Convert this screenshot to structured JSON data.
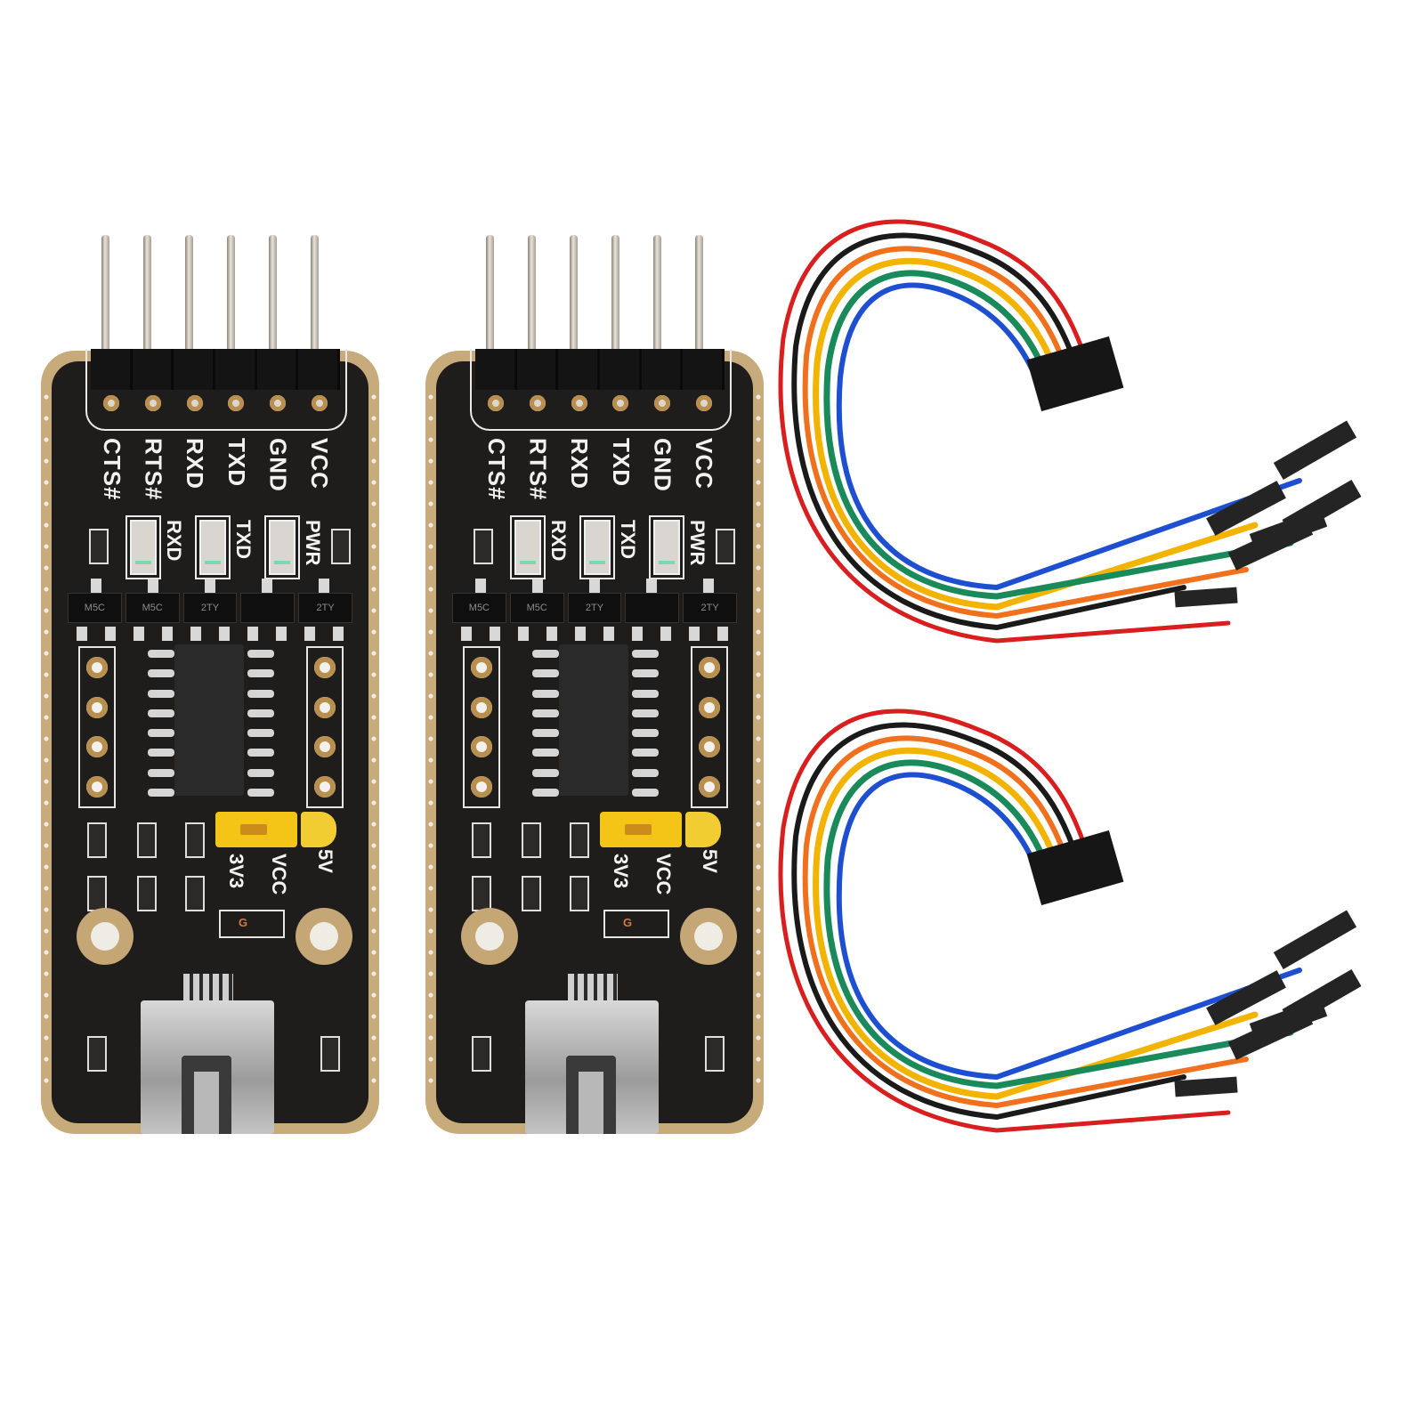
{
  "scene": {
    "description": "Product photo: two USB to TTL serial adapter boards with two 6-wire Dupont jumper cables on white background",
    "background_color": "#ffffff"
  },
  "boards": [
    {
      "id": "board-1",
      "header_pins": [
        "CTS#",
        "RTS#",
        "RXD",
        "TXD",
        "GND",
        "VCC"
      ],
      "leds": [
        {
          "label": "RXD",
          "marker": "1"
        },
        {
          "label": "TXD",
          "marker": "1"
        },
        {
          "label": "PWR",
          "marker": "1"
        }
      ],
      "transistor_markings": [
        "M5C",
        "M5C",
        "2TY",
        "",
        "2TY"
      ],
      "voltage_select": {
        "options": [
          "3V3",
          "VCC",
          "5V"
        ]
      },
      "connector": "Mini USB",
      "colors": {
        "pcb": "#1e1d1c",
        "edge": "#c8ab7a",
        "jumper": "#f4c417"
      }
    },
    {
      "id": "board-2",
      "header_pins": [
        "CTS#",
        "RTS#",
        "RXD",
        "TXD",
        "GND",
        "VCC"
      ],
      "leds": [
        {
          "label": "RXD",
          "marker": "1"
        },
        {
          "label": "TXD",
          "marker": "1"
        },
        {
          "label": "PWR",
          "marker": "1"
        }
      ],
      "transistor_markings": [
        "M5C",
        "M5C",
        "2TY",
        "",
        "2TY"
      ],
      "voltage_select": {
        "options": [
          "3V3",
          "VCC",
          "5V"
        ]
      },
      "connector": "Mini USB",
      "colors": {
        "pcb": "#1e1d1c",
        "edge": "#c8ab7a",
        "jumper": "#f4c417"
      }
    }
  ],
  "cables": [
    {
      "id": "cable-1",
      "wire_colors": [
        "#1f4fd1",
        "#1a8a5a",
        "#f2b400",
        "#f0701e",
        "#1a1a1a",
        "#d81e1e"
      ],
      "connector": "6-pin female housing"
    },
    {
      "id": "cable-2",
      "wire_colors": [
        "#1f4fd1",
        "#1a8a5a",
        "#f2b400",
        "#f0701e",
        "#1a1a1a",
        "#d81e1e"
      ],
      "connector": "6-pin female housing"
    }
  ]
}
